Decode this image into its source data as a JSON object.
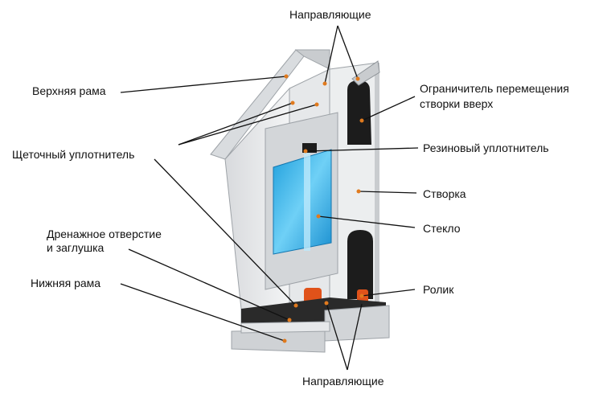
{
  "diagram": {
    "labels": {
      "guides_top": "Направляющие",
      "upper_frame": "Верхняя рама",
      "limiter_line1": "Ограничитель перемещения",
      "limiter_line2": "створки вверх",
      "brush_seal": "Щеточный уплотнитель",
      "rubber_seal": "Резиновый уплотнитель",
      "sash": "Створка",
      "glass": "Стекло",
      "drain_line1": "Дренажное отверстие",
      "drain_line2": "и заглушка",
      "lower_frame": "Нижняя рама",
      "roller": "Ролик",
      "guides_bottom": "Направляющие"
    },
    "colors": {
      "frame_light": "#e6e8ea",
      "frame_mid": "#c9cccf",
      "frame_dark": "#9ea3a8",
      "rubber": "#1c1c1c",
      "glass": "#39b3ea",
      "roller": "#e0521a",
      "marker": "#e07a1e",
      "line": "#111111"
    }
  }
}
